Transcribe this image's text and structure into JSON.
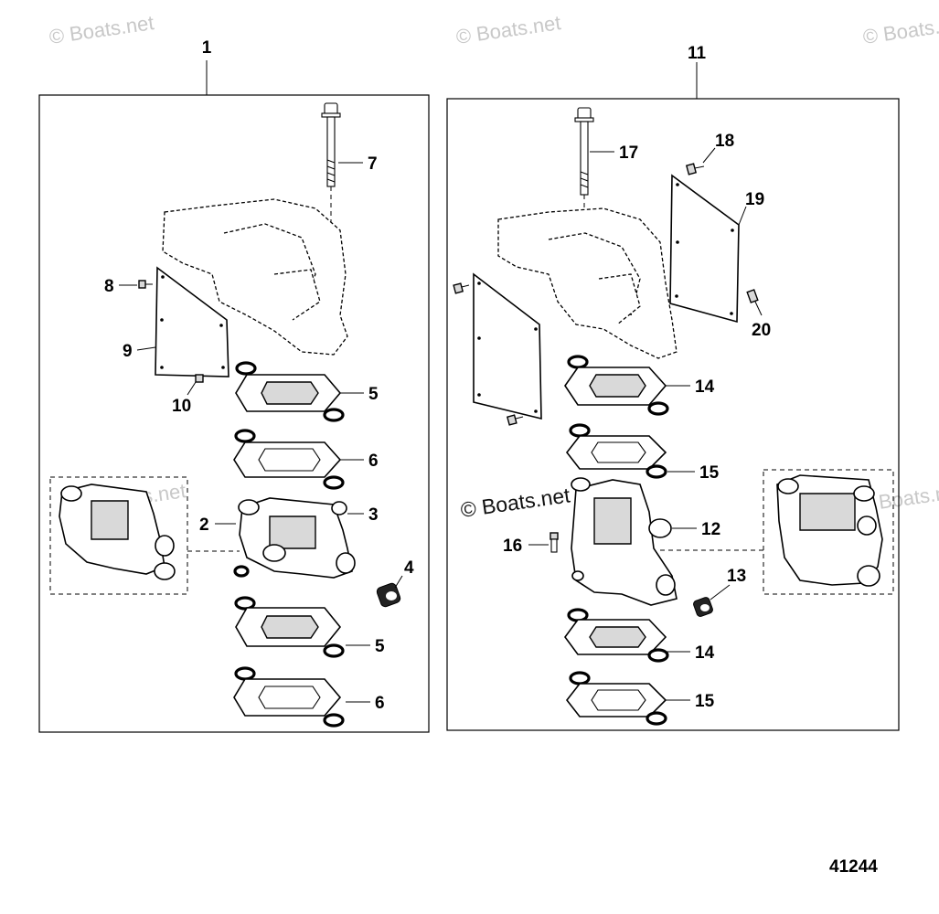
{
  "watermark": {
    "text": "© Boats.net",
    "overlay_text": "© Boats.net"
  },
  "figure_number": "41244",
  "assemblies": [
    {
      "label": "1",
      "callouts": [
        "2",
        "3",
        "4",
        "5",
        "6",
        "5",
        "6",
        "7",
        "8",
        "9",
        "10"
      ]
    },
    {
      "label": "11",
      "callouts": [
        "12",
        "13",
        "14",
        "15",
        "14",
        "15",
        "16",
        "17",
        "18",
        "19",
        "20"
      ]
    }
  ]
}
